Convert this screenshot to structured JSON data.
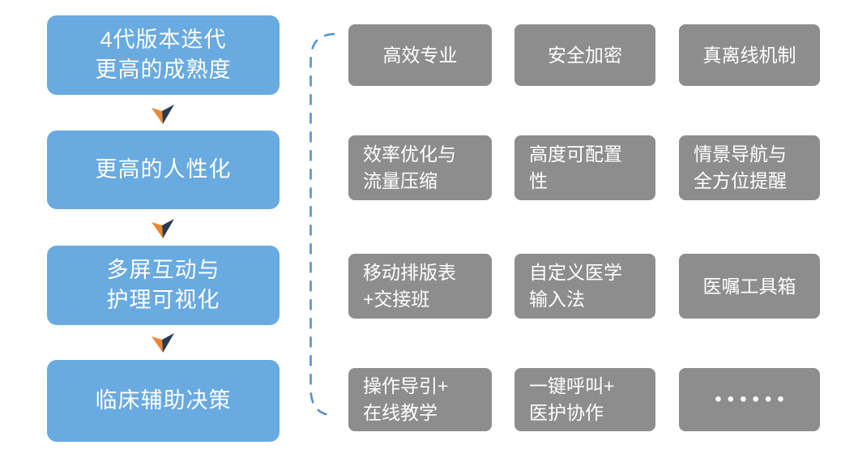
{
  "colors": {
    "stage_box": "#69AAE1",
    "feature_box": "#8D8D8D",
    "arrow_orange": "#EE8732",
    "arrow_navy": "#2B3A52",
    "brace": "#5590CE",
    "box_text": "#FFFFFF"
  },
  "stages": [
    {
      "label": "4代版本迭代\n更高的成熟度"
    },
    {
      "label": "更高的人性化"
    },
    {
      "label": "多屏互动与\n护理可视化"
    },
    {
      "label": "临床辅助决策"
    }
  ],
  "features": {
    "rows": [
      {
        "items": [
          {
            "label": "高效专业"
          },
          {
            "label": "安全加密"
          },
          {
            "label": "真离线机制"
          }
        ]
      },
      {
        "items": [
          {
            "label": "效率优化与\n流量压缩"
          },
          {
            "label": "高度可配置\n性"
          },
          {
            "label": "情景导航与\n全方位提醒"
          }
        ]
      },
      {
        "items": [
          {
            "label": "移动排版表\n+交接班"
          },
          {
            "label": "自定义医学\n输入法"
          },
          {
            "label": "医嘱工具箱"
          }
        ]
      },
      {
        "items": [
          {
            "label": "操作导引+\n在线教学"
          },
          {
            "label": "一键呼叫+\n医护协作"
          },
          {
            "label": "••••••"
          }
        ]
      }
    ]
  }
}
